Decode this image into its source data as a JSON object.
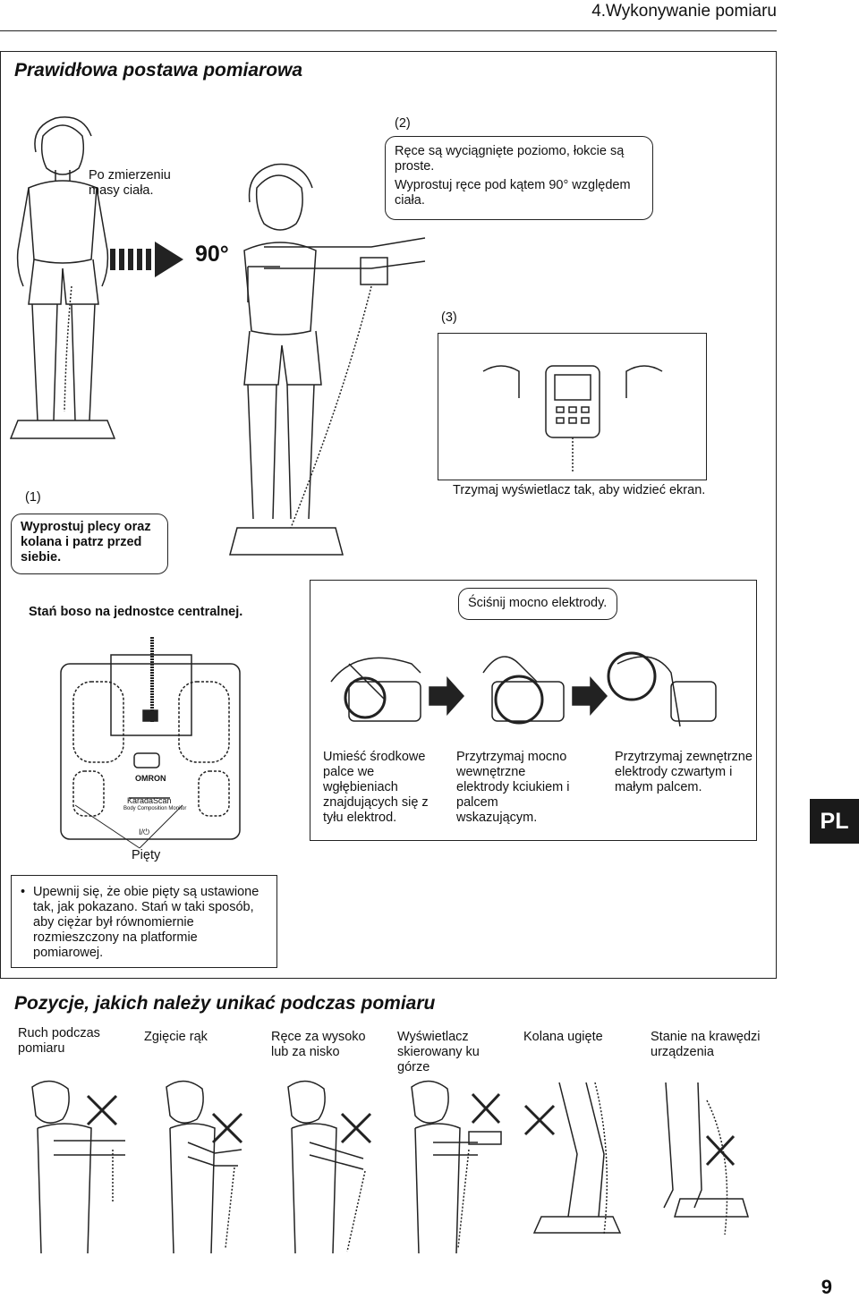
{
  "header": {
    "chapter": "4.Wykonywanie pomiaru"
  },
  "section1": {
    "title": "Prawidłowa postawa pomiarowa"
  },
  "step_after_weight": "Po zmierzeniu masy ciała.",
  "step2": {
    "number": "(2)",
    "line1": "Ręce są wyciągnięte poziomo, łokcie są proste.",
    "line2": "Wyprostuj ręce pod kątem 90° względem ciała."
  },
  "angle_label": "90°",
  "step3": {
    "number": "(3)",
    "caption": "Trzymaj wyświetlacz tak, aby widzieć ekran."
  },
  "step1": {
    "number": "(1)",
    "text": "Wyprostuj plecy oraz kolana i patrz przed siebie."
  },
  "stand_caption": "Stań boso na jednostce centralnej.",
  "grip_caption": "Ściśnij mocno elektrody.",
  "grip_steps": [
    {
      "text": "Umieść środkowe palce we wgłębieniach znajdujących się z tyłu elektrod."
    },
    {
      "text": "Przytrzymaj mocno wewnętrzne elektrody kciukiem i palcem wskazującym."
    },
    {
      "text": "Przytrzymaj zewnętrzne elektrody czwartym i małym palcem."
    }
  ],
  "device": {
    "brand": "OMRON",
    "model": "KaradaScan",
    "sub": "Body Composition Monitor",
    "power": "I/⏻"
  },
  "heels_label": "Pięty",
  "heels_note": "Upewnij się, że obie pięty są ustawione tak, jak pokazano. Stań w taki sposób, aby ciężar był równomiernie rozmieszczony na platformie pomiarowej.",
  "section2": {
    "title": "Pozycje, jakich należy unikać podczas pomiaru"
  },
  "avoid": [
    {
      "label": "Ruch podczas pomiaru"
    },
    {
      "label": "Zgięcie rąk"
    },
    {
      "label": "Ręce za wysoko lub za nisko"
    },
    {
      "label": "Wyświetlacz skierowany ku górze"
    },
    {
      "label": "Kolana ugięte"
    },
    {
      "label": "Stanie na krawędzi urządzenia"
    }
  ],
  "language_tab": "PL",
  "page_number": "9",
  "colors": {
    "ink": "#111111",
    "tab_bg": "#1a1a1a",
    "line": "#222222"
  }
}
